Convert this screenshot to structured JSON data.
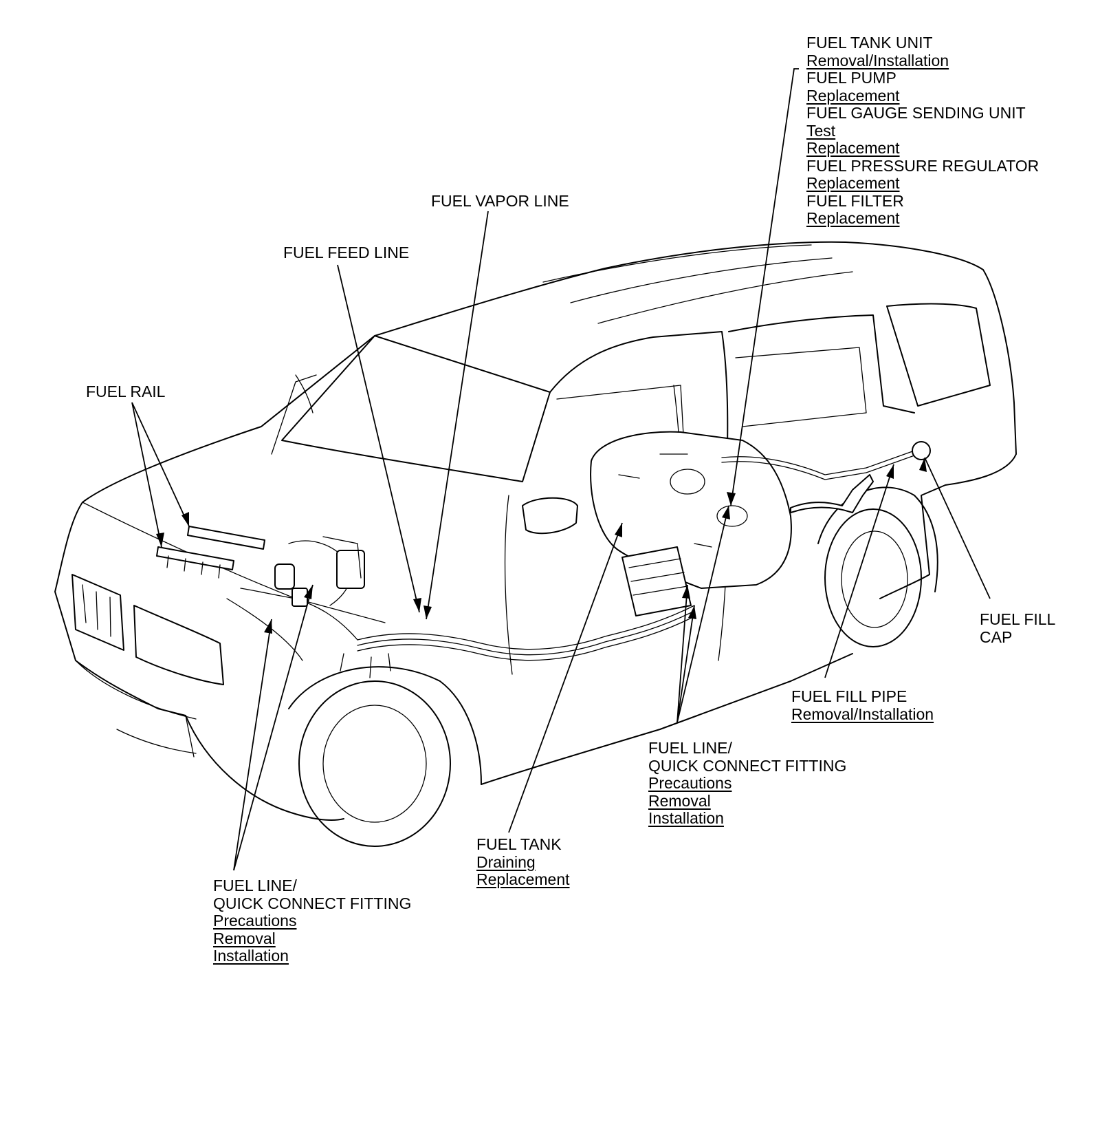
{
  "diagram": {
    "line_color": "#000000",
    "background": "#ffffff",
    "callouts": {
      "fuel_tank_unit": {
        "title": "FUEL TANK UNIT",
        "removal_installation": "Removal/Installation",
        "fuel_pump": "FUEL PUMP",
        "fuel_pump_replacement": "Replacement",
        "gauge_sending_unit": "FUEL GAUGE SENDING UNIT",
        "gauge_test": "Test",
        "gauge_replacement": "Replacement",
        "pressure_regulator": "FUEL PRESSURE REGULATOR",
        "regulator_replacement": "Replacement",
        "fuel_filter": "FUEL FILTER",
        "filter_replacement": "Replacement"
      },
      "fuel_vapor_line": {
        "title": "FUEL VAPOR LINE"
      },
      "fuel_feed_line": {
        "title": "FUEL FEED LINE"
      },
      "fuel_rail": {
        "title": "FUEL RAIL"
      },
      "fuel_fill_cap": {
        "line1": "FUEL FILL",
        "line2": "CAP"
      },
      "fuel_fill_pipe": {
        "title": "FUEL FILL PIPE",
        "removal_installation": "Removal/Installation"
      },
      "quick_connect_right": {
        "line1": "FUEL LINE/",
        "line2": "QUICK CONNECT FITTING",
        "precautions": "Precautions",
        "removal": "Removal",
        "installation": "Installation"
      },
      "fuel_tank": {
        "title": "FUEL TANK",
        "draining": "Draining",
        "replacement": "Replacement"
      },
      "quick_connect_left": {
        "line1": "FUEL LINE/",
        "line2": "QUICK CONNECT FITTING",
        "precautions": "Precautions",
        "removal": "Removal",
        "installation": "Installation"
      }
    }
  }
}
